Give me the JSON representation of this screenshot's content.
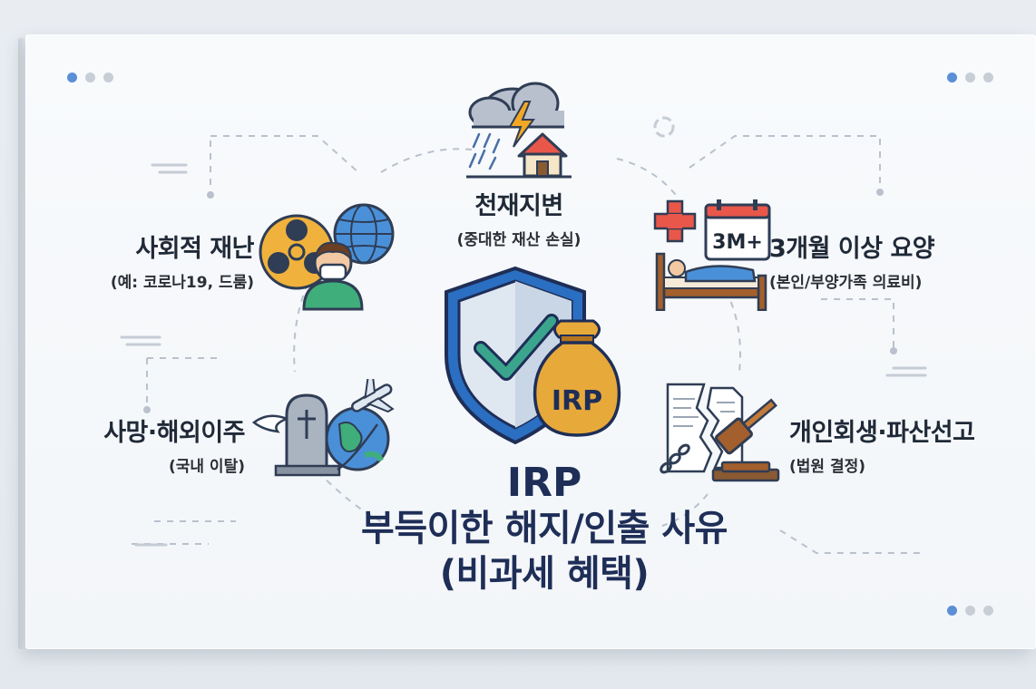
{
  "center": {
    "badge": "IRP",
    "title": "IRP",
    "subtitle": "부득이한 해지/인출 사유",
    "note": "(비과세 혜택)"
  },
  "items": [
    {
      "title": "천재지변",
      "sub": "(중대한 재산 손실)",
      "icon": "storm-house-icon"
    },
    {
      "title": "사회적 재난",
      "sub": "(예: 코로나19, 드룸)",
      "icon": "biohazard-globe-mask-icon"
    },
    {
      "title": "3개월 이상 요양",
      "sub": "(본인/부양가족 의료비)",
      "icon": "hospital-bed-calendar-icon"
    },
    {
      "title": "사망·해외이주",
      "sub": "(국내 이탈)",
      "icon": "tombstone-plane-globe-icon"
    },
    {
      "title": "개인회생·파산선고",
      "sub": "(법원 결정)",
      "icon": "gavel-broken-document-icon"
    }
  ],
  "calendar_badge": "3M+",
  "colors": {
    "navy": "#1e2e57",
    "blue": "#3a6fc4",
    "gold": "#e7a93a",
    "teal": "#3aa58c",
    "red": "#e04a3c"
  }
}
